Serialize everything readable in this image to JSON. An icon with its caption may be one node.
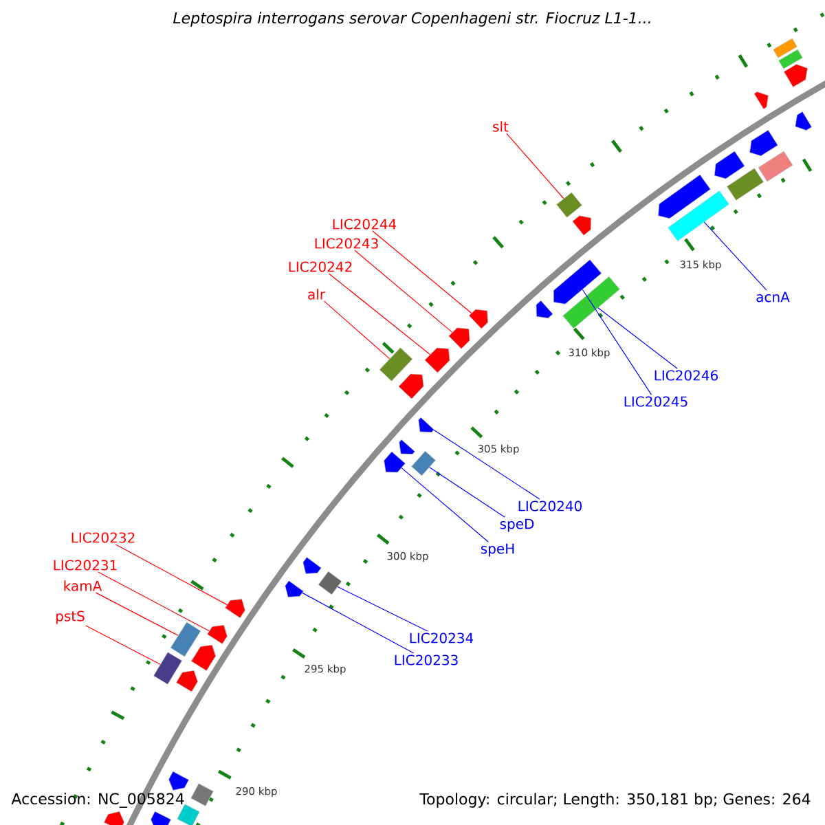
{
  "diagram": {
    "title": "Leptospira interrogans serovar Copenhageni str. Fiocruz L1-1...",
    "nodes": [
      {
        "text": [],
        "shape": "box"
      },
      {
        "text": [],
        "shape": "box"
      },
      {
        "text": [],
        "shape": "pentagon"
      },
      {
        "text": [],
        "shape": "pentagon"
      },
      {
        "text": [],
        "shape": "pentagon"
      },
      {
        "text": [],
        "shape": "pentagon"
      },
      {
        "text": [],
        "shape": "pentagon"
      },
      {
        "text": [],
        "shape": "box"
      },
      {
        "text": [],
        "shape": "box"
      },
      {
        "text": [],
        "shape": "pentagon"
      },
      {
        "text": [],
        "shape": "box"
      },
      {
        "text": [],
        "shape": "box"
      },
      {
        "text": [],
        "shape": "pentagon"
      },
      {
        "text": [],
        "shape": "pentagon"
      },
      {
        "text": [],
        "shape": "box"
      },
      {
        "text": [],
        "shape": "pentagon"
      },
      {
        "text": [],
        "shape": "pentagon"
      },
      {
        "text": [],
        "shape": "pentagon"
      },
      {
        "text": [],
        "shape": "pentagon"
      },
      {
        "text": [],
        "shape": "box"
      },
      {
        "text": [],
        "shape": "pentagon"
      },
      {
        "text": [],
        "shape": "pentagon"
      },
      {
        "text": [],
        "shape": "pentagon"
      },
      {
        "text": [],
        "shape": "box"
      },
      {
        "text": [],
        "shape": "pentagon"
      },
      {
        "text": [],
        "shape": "pentagon"
      },
      {
        "text": [],
        "shape": "box"
      },
      {
        "text": [],
        "shape": "pentagon"
      },
      {
        "text": [],
        "shape": "pentagon"
      },
      {
        "text": [],
        "shape": "pentagon"
      },
      {
        "text": [],
        "shape": "box"
      },
      {
        "text": [],
        "shape": "pentagon"
      },
      {
        "text": [],
        "shape": "box"
      },
      {
        "text": [],
        "shape": "pentagon"
      },
      {
        "text": [],
        "shape": "pentagon"
      },
      {
        "text": [],
        "shape": "box"
      },
      {
        "text": [],
        "shape": "box"
      },
      {
        "text": [],
        "shape": "pentagon"
      },
      {
        "text": [],
        "shape": "pentagon"
      },
      {
        "text": [
          "slt"
        ]
      },
      {
        "text": [
          "LIC20244"
        ]
      },
      {
        "text": [
          "LIC20243"
        ]
      },
      {
        "text": [
          "LIC20242"
        ]
      },
      {
        "text": [
          "alr"
        ]
      },
      {
        "text": [
          "acnA"
        ]
      },
      {
        "text": [
          "LIC20246"
        ]
      },
      {
        "text": [
          "LIC20245"
        ]
      },
      {
        "text": [
          "LIC20240"
        ]
      },
      {
        "text": [
          "speD"
        ]
      },
      {
        "text": [
          "speH"
        ]
      },
      {
        "text": [
          "LIC20232"
        ]
      },
      {
        "text": [
          "LIC20231"
        ]
      },
      {
        "text": [
          "kamA"
        ]
      },
      {
        "text": [
          "pstS"
        ]
      },
      {
        "text": [
          "LIC20234"
        ]
      },
      {
        "text": [
          "LIC20233"
        ]
      }
    ],
    "edges": [
      {
        "from": 39,
        "to": 10,
        "arrow": "none",
        "color": "#ff0000"
      },
      {
        "from": 40,
        "to": 16,
        "arrow": "none",
        "color": "#ff0000"
      },
      {
        "from": 41,
        "to": 17,
        "arrow": "none",
        "color": "#ff0000"
      },
      {
        "from": 42,
        "to": 18,
        "arrow": "none",
        "color": "#ff0000"
      },
      {
        "from": 43,
        "to": 19,
        "arrow": "none",
        "color": "#ff0000"
      },
      {
        "from": 44,
        "to": 11,
        "arrow": "none",
        "color": "#0000ff"
      },
      {
        "from": 45,
        "to": 14,
        "arrow": "none",
        "color": "#0000ff"
      },
      {
        "from": 46,
        "to": 13,
        "arrow": "none",
        "color": "#0000ff"
      },
      {
        "from": 47,
        "to": 21,
        "arrow": "none",
        "color": "#0000ff"
      },
      {
        "from": 48,
        "to": 23,
        "arrow": "none",
        "color": "#0000ff"
      },
      {
        "from": 49,
        "to": 24,
        "arrow": "none",
        "color": "#0000ff"
      },
      {
        "from": 50,
        "to": 28,
        "arrow": "none",
        "color": "#ff0000"
      },
      {
        "from": 51,
        "to": 29,
        "arrow": "none",
        "color": "#ff0000"
      },
      {
        "from": 52,
        "to": 30,
        "arrow": "none",
        "color": "#ff0000"
      },
      {
        "from": 53,
        "to": 32,
        "arrow": "none",
        "color": "#ff0000"
      },
      {
        "from": 54,
        "to": 26,
        "arrow": "none",
        "color": "#0000ff"
      },
      {
        "from": 55,
        "to": 27,
        "arrow": "none",
        "color": "#0000ff"
      }
    ],
    "labels": [
      "315 kbp",
      "310 kbp",
      "305 kbp",
      "300 kbp",
      "295 kbp",
      "290 kbp",
      "Accession: NC_005824",
      "Topology: circular; Length: 350,181 bp; Genes: 264"
    ]
  }
}
